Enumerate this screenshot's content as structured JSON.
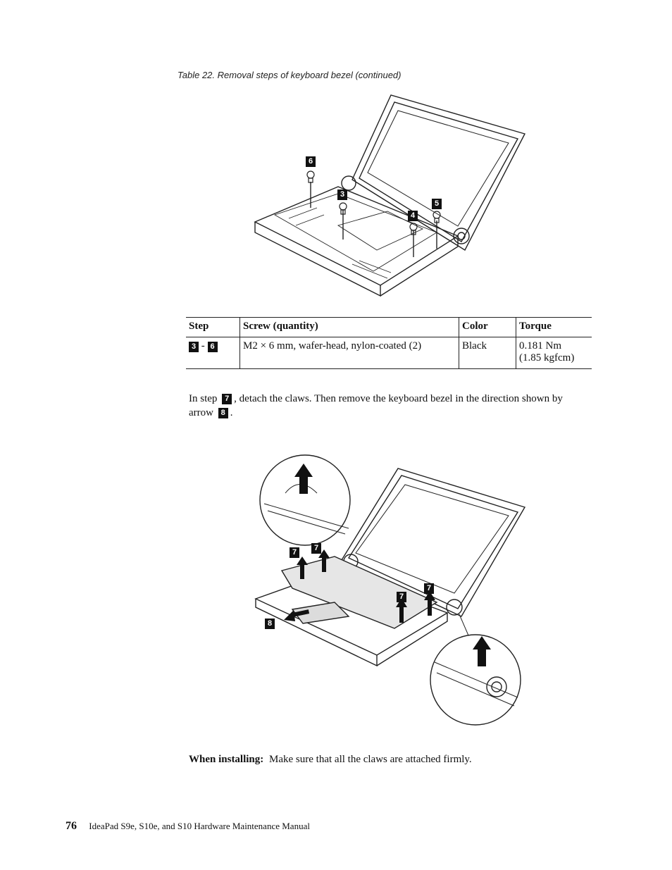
{
  "caption": "Table 22. Removal steps of keyboard bezel  (continued)",
  "figure1": {
    "callouts": [
      "6",
      "3",
      "5",
      "4"
    ]
  },
  "table": {
    "headers": [
      "Step",
      "Screw (quantity)",
      "Color",
      "Torque"
    ],
    "row": {
      "step_from": "3",
      "step_sep": "-",
      "step_to": "6",
      "screw": "M2 × 6 mm, wafer-head, nylon-coated (2)",
      "color": "Black",
      "torque_line1": "0.181 Nm",
      "torque_line2": "(1.85 kgfcm)"
    }
  },
  "instruction": {
    "part1": "In step",
    "callout1": "7",
    "part2": ", detach the claws. Then remove the keyboard bezel in the direction shown by arrow",
    "callout2": "8",
    "part3": "."
  },
  "figure2": {
    "callouts": [
      "7",
      "7",
      "7",
      "7",
      "8"
    ]
  },
  "installing": {
    "label": "When installing:",
    "text": "Make sure that all the claws are attached firmly."
  },
  "footer": {
    "page_number": "76",
    "title": "IdeaPad S9e, S10e, and S10 Hardware Maintenance Manual"
  }
}
